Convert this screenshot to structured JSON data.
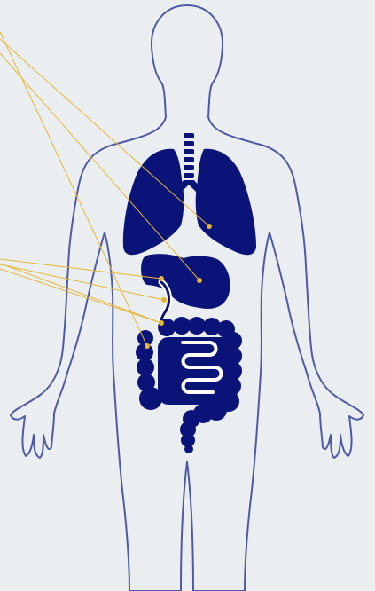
{
  "colors": {
    "background": "#ebeef0",
    "body_outline": "#4f5aa6",
    "organ_fill": "#0a1478",
    "organ_detail": "#ffffff",
    "leader_line": "#e8b531",
    "marker_dot": "#e8b531"
  },
  "icons": {
    "body": "human-body-outline-icon",
    "lungs": "lungs-icon",
    "trachea": "trachea-icon",
    "stomach": "stomach-icon",
    "duodenum": "duodenum-icon",
    "small_intestine": "small-intestine-icon",
    "large_intestine": "large-intestine-icon",
    "rectum": "rectum-icon"
  },
  "markers": [
    {
      "id": "lung",
      "label": ""
    },
    {
      "id": "stomach",
      "label": ""
    },
    {
      "id": "duodenum-upper",
      "label": ""
    },
    {
      "id": "duodenum-mid",
      "label": ""
    },
    {
      "id": "duodenum-lower",
      "label": ""
    },
    {
      "id": "colon",
      "label": ""
    }
  ]
}
